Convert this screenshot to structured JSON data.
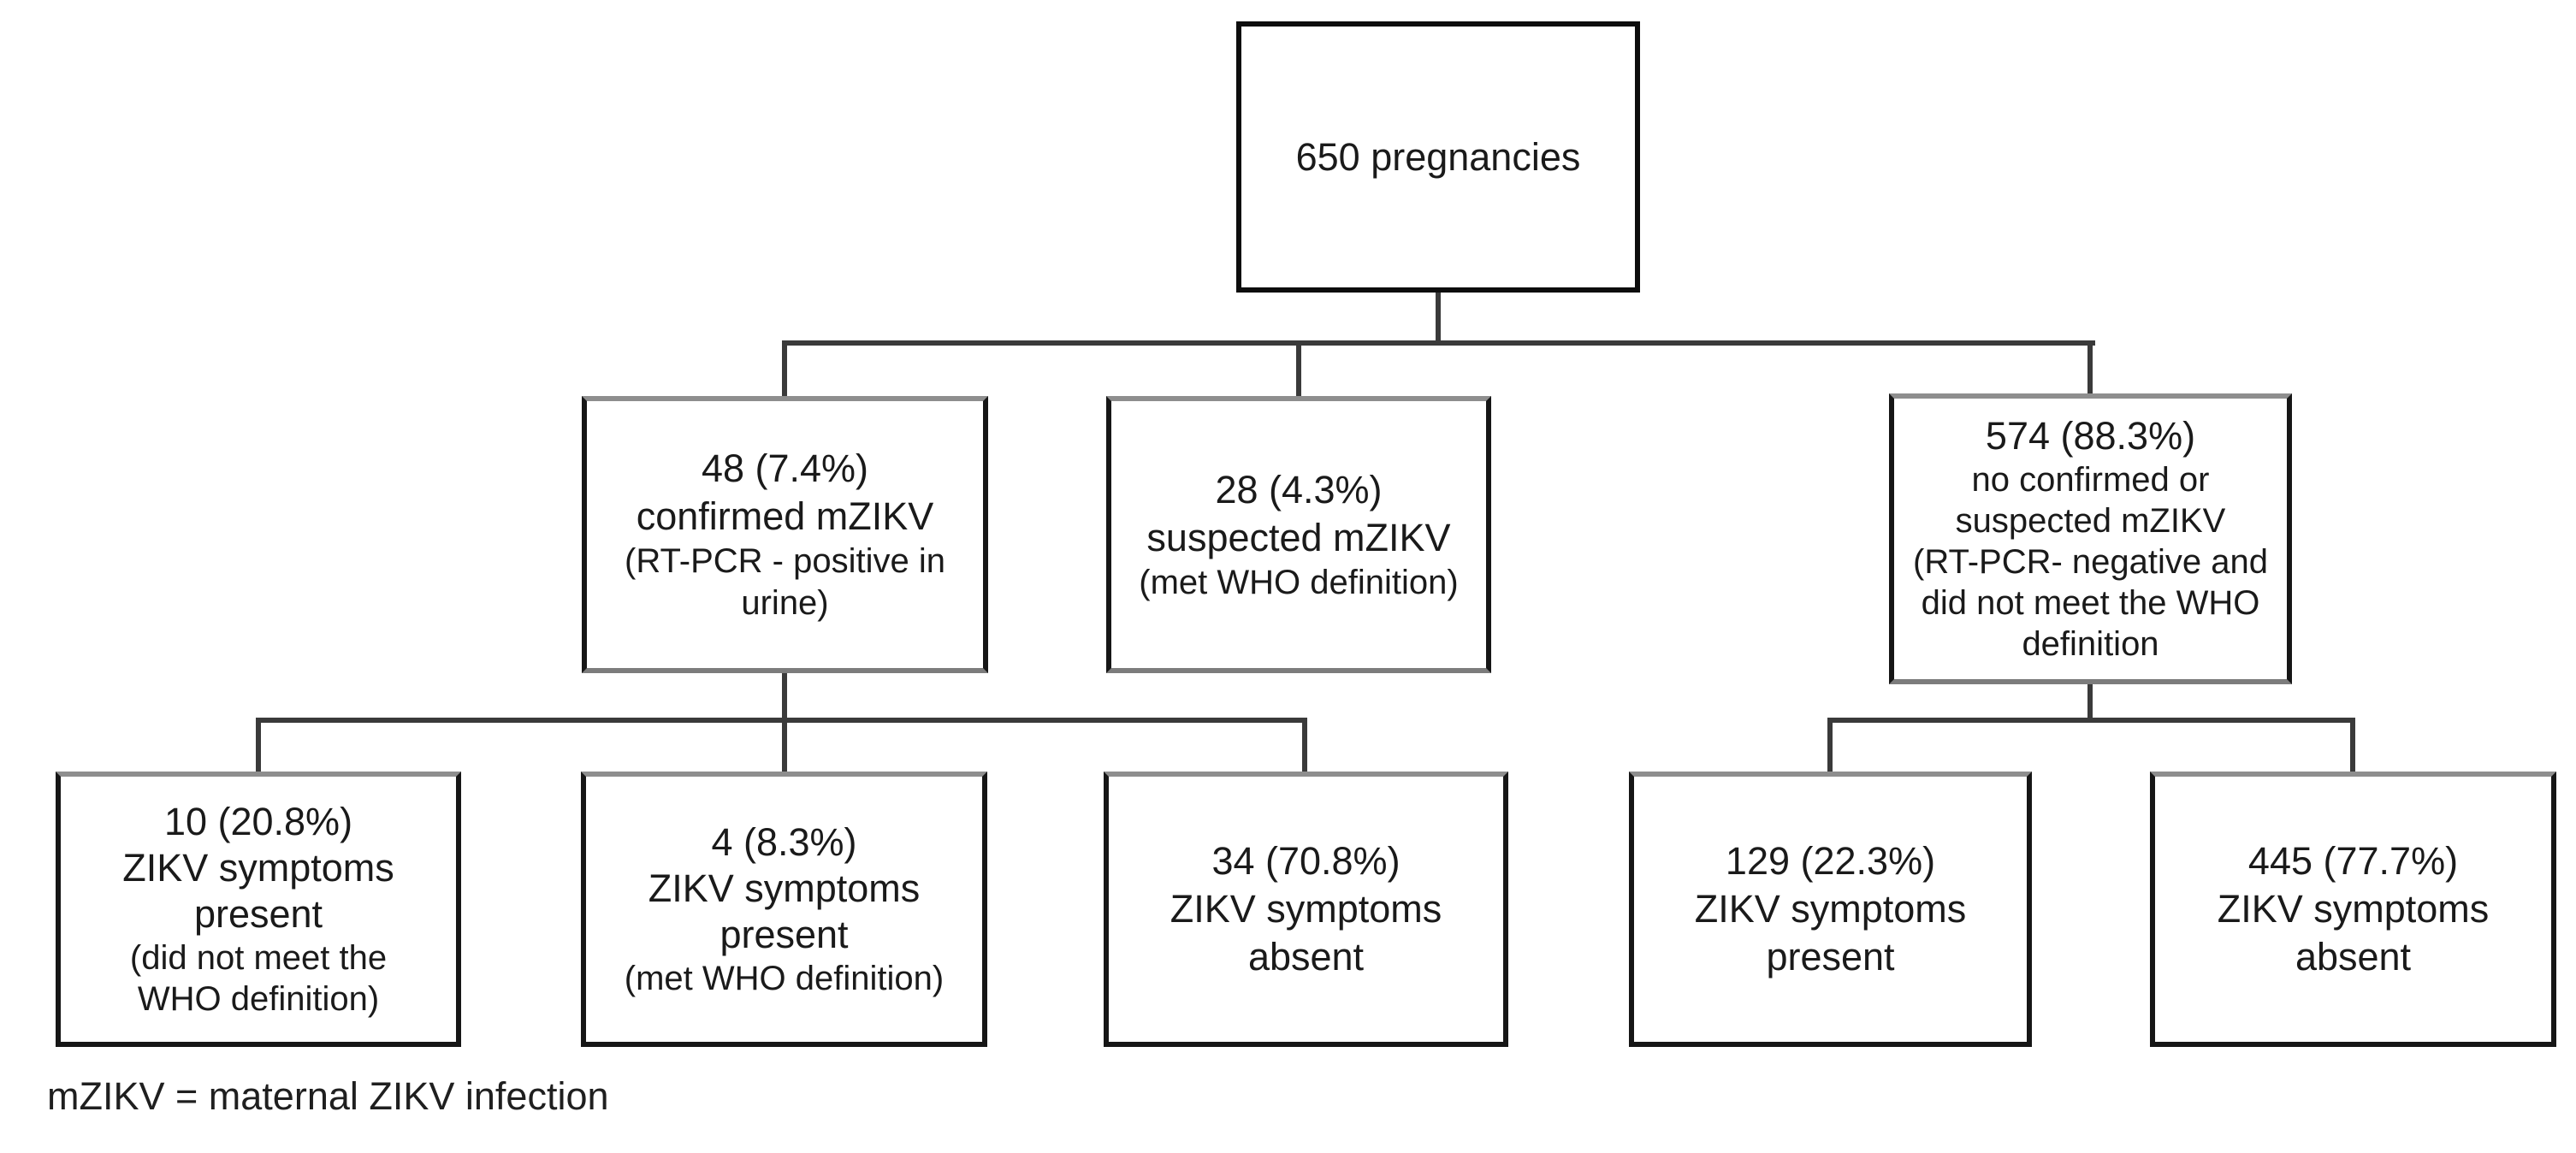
{
  "figure": {
    "title_node": "650 pregnancies",
    "footnote": "mZIKV = maternal ZIKV infection",
    "colors": {
      "background": "#ffffff",
      "box_border_black": "#161616",
      "box_border_gray": "#8e8e8e",
      "connector": "#3a3a3a",
      "text": "#1a1a1a"
    },
    "nodes": {
      "root": {
        "count": 650,
        "main": [
          "650 pregnancies"
        ]
      },
      "confirmed": {
        "count": 48,
        "percent": "7.4%",
        "main": [
          "48 (7.4%)",
          "confirmed mZIKV"
        ],
        "sub": [
          "(RT-PCR - positive in",
          "urine)"
        ]
      },
      "suspected": {
        "count": 28,
        "percent": "4.3%",
        "main": [
          "28 (4.3%)",
          "suspected mZIKV"
        ],
        "sub": [
          "(met WHO definition)"
        ]
      },
      "no_confirmed_or_suspected": {
        "count": 574,
        "percent": "88.3%",
        "main": [
          "574 (88.3%)",
          "no confirmed or",
          "suspected mZIKV"
        ],
        "sub": [
          "(RT-PCR- negative and",
          "did not meet the WHO",
          "definition"
        ]
      },
      "confirmed_symptoms_present_no_who": {
        "count": 10,
        "percent": "20.8%",
        "main": [
          "10 (20.8%)",
          "ZIKV symptoms",
          "present"
        ],
        "sub": [
          "(did not meet the",
          "WHO definition)"
        ]
      },
      "confirmed_symptoms_present_who": {
        "count": 4,
        "percent": "8.3%",
        "main": [
          "4 (8.3%)",
          "ZIKV symptoms",
          "present"
        ],
        "sub": [
          "(met WHO definition)"
        ]
      },
      "confirmed_symptoms_absent": {
        "count": 34,
        "percent": "70.8%",
        "main": [
          "34 (70.8%)",
          "ZIKV symptoms",
          "absent"
        ]
      },
      "none_symptoms_present": {
        "count": 129,
        "percent": "22.3%",
        "main": [
          "129 (22.3%)",
          "ZIKV symptoms",
          "present"
        ]
      },
      "none_symptoms_absent": {
        "count": 445,
        "percent": "77.7%",
        "main": [
          "445 (77.7%)",
          "ZIKV symptoms",
          "absent"
        ]
      }
    }
  }
}
